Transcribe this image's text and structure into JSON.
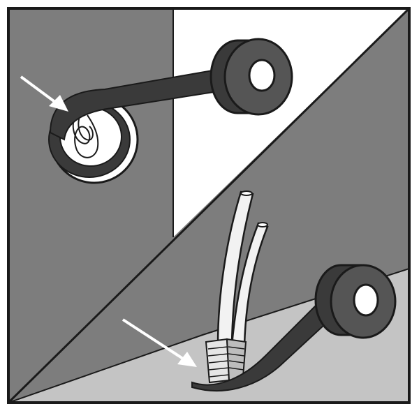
{
  "illustration": {
    "panels": [
      {
        "name": "upper-left",
        "subject": "tape-wrapped-pipe-penetration"
      },
      {
        "name": "lower-right",
        "subject": "tape-wrapped-cable-entry"
      }
    ],
    "icons": [
      "arrow-icon",
      "tape-roll-icon",
      "cable-icon",
      "pipe-icon"
    ]
  },
  "colors": {
    "background": "#ffffff",
    "frame": "#1a1a1a",
    "wall_dark": "#7d7d7d",
    "wall_light": "#ffffff",
    "floor": "#c4c4c4",
    "tape": "#3a3a3a",
    "tape_core": "#6a6a6a",
    "arrow": "#ffffff"
  }
}
